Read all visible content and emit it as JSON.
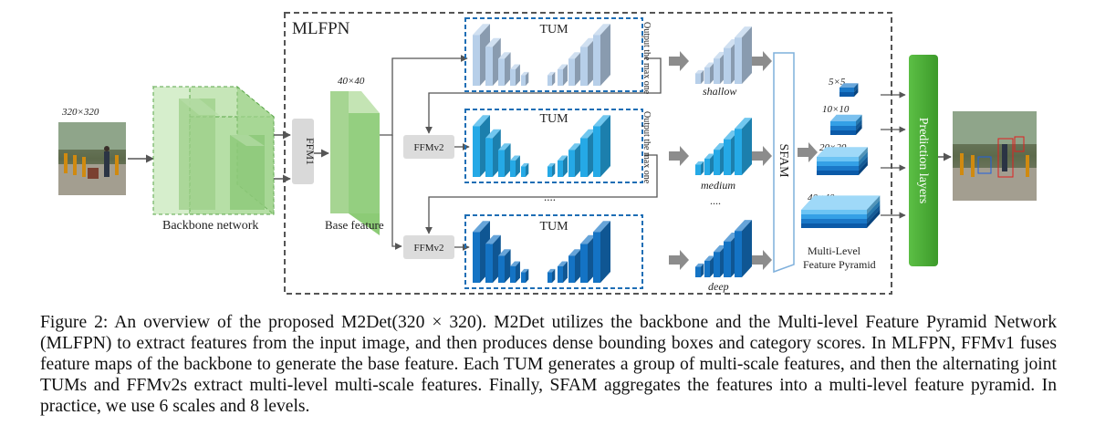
{
  "labels": {
    "mlfpn": "MLFPN",
    "input_size": "320×320",
    "backbone": "Backbone network",
    "ffm1": "FFM1",
    "base_size": "40×40",
    "base_feature": "Base feature",
    "ffmv2_1": "FFMv2",
    "ffmv2_2": "FFMv2",
    "tum_1": "TUM",
    "tum_2": "TUM",
    "tum_3": "TUM",
    "dots_mid": "....",
    "dots_right": "....",
    "output_max_1": "Output the max one",
    "output_max_2": "Output the max one",
    "shallow": "shallow",
    "medium": "medium",
    "deep": "deep",
    "sfam": "SFAM",
    "size_5": "5×5",
    "size_10": "10×10",
    "size_20": "20×20",
    "size_40": "40×40",
    "pyramid_line1": "Multi-Level",
    "pyramid_line2": "Feature Pyramid",
    "prediction": "Prediction layers"
  },
  "colors": {
    "backbone_green": "#a9d89a",
    "green_bar": "#4aa935",
    "shallow_blue": "#b7cfe9",
    "medium_blue": "#25a9e6",
    "deep_blue": "#1473c4",
    "tum_border": "#1e6eb5",
    "ffm_box": "#dcdcdc"
  },
  "caption": "Figure 2: An overview of the proposed M2Det(320 × 320). M2Det utilizes the backbone and the Multi-level Feature Pyramid Network (MLFPN) to extract features from the input image, and then produces dense bounding boxes and category scores. In MLFPN, FFMv1 fuses feature maps of the backbone to generate the base feature. Each TUM generates a group of multi-scale features, and then the alternating joint TUMs and FFMv2s extract multi-level multi-scale features. Finally, SFAM aggregates the features into a multi-level feature pyramid. In practice, we use 6 scales and 8 levels."
}
